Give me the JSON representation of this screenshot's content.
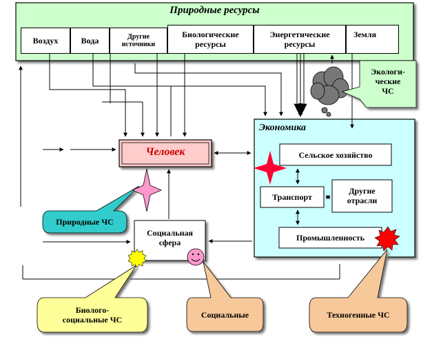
{
  "resources": {
    "title": "Природные ресурсы",
    "air": "Воздух",
    "water": "Вода",
    "other_line1": "Другие",
    "other_line2": "источники",
    "bio_line1": "Биологические",
    "bio_line2": "ресурсы",
    "energy_line1": "Энергетические",
    "energy_line2": "ресурсы",
    "land": "Земля"
  },
  "human": "Человек",
  "economy": {
    "title": "Экономика",
    "agriculture": "Сельское  хозяйство",
    "transport": "Транспорт",
    "other_line1": "Другие",
    "other_line2": "отрасли",
    "industry": "Промышленность"
  },
  "social_sphere": {
    "line1": "Социальная",
    "line2": "сфера"
  },
  "callouts": {
    "ecological": {
      "line1": "Экологи-",
      "line2": "ческие",
      "line3": "ЧС"
    },
    "natural": "Природные ЧС",
    "biosocial": {
      "line1": "Биолого-",
      "line2": "социальные ЧС"
    },
    "social": "Социальные",
    "technogenic": "Техногенные ЧС"
  },
  "colors": {
    "resources_bg": "#ccffcc",
    "human_bg": "#ffcccc",
    "human_text": "#cc0000",
    "economy_bg": "#ccffff",
    "ecological_callout": "#ccffcc",
    "natural_callout": "#33cccc",
    "natural_star": "#ff99cc",
    "biosocial_callout": "#ffff99",
    "sun": "#ffff00",
    "social_callout": "#f7c89a",
    "smiley": "#ff99cc",
    "technogenic_callout": "#f7c89a",
    "agri_star": "#ff0033",
    "burst": "#ff0000",
    "cloud": "#777777"
  }
}
